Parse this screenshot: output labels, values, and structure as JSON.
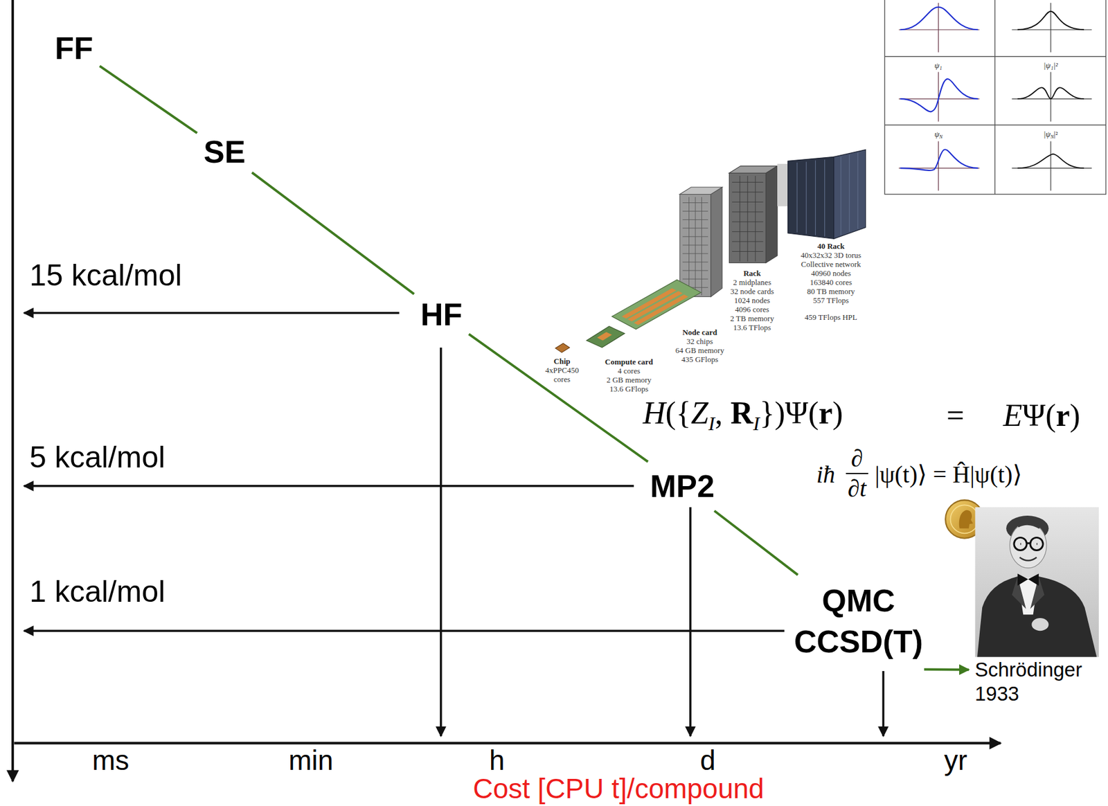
{
  "diagram": {
    "nodes": [
      {
        "text": [
          "FF"
        ]
      },
      {
        "text": [
          "SE"
        ]
      },
      {
        "text": [
          "HF"
        ]
      },
      {
        "text": [
          "MP2"
        ]
      },
      {
        "text": [
          "QMC",
          "CCSD(T)"
        ]
      },
      {
        "text": [
          "Schrödinger 1933"
        ]
      }
    ],
    "edges": [
      {
        "from": 0,
        "to": 1,
        "arrow": "none"
      },
      {
        "from": 1,
        "to": 2,
        "arrow": "none"
      },
      {
        "from": 2,
        "to": 3,
        "arrow": "none"
      },
      {
        "from": 3,
        "to": 4,
        "arrow": "none"
      },
      {
        "from": 4,
        "to": 5,
        "arrow": "to"
      }
    ],
    "labels": [
      "15 kcal/mol",
      "5 kcal/mol",
      "1 kcal/mol",
      "ms",
      "min",
      "h",
      "d",
      "yr",
      "Cost [CPU t]/compound",
      "H",
      "({",
      "Z",
      "I",
      ",",
      "R",
      "I",
      "})",
      "Ψ(",
      "r",
      ")",
      "=",
      "E",
      "Ψ(",
      "r",
      ")",
      "iħ",
      "∂",
      "∂t",
      "|ψ(t)⟩ = Ĥ|ψ(t)⟩",
      "ψ₁",
      "|ψ₁|²",
      "ψ",
      "N",
      "|ψ",
      "N",
      "|²",
      "Chip",
      "4xPPC450",
      "cores",
      "Compute card",
      "4 cores",
      "2 GB memory",
      "13.6 GFlops",
      "Node card",
      "32 chips",
      "64 GB memory",
      "435 GFlops",
      "Rack",
      "2 midplanes",
      "32 node cards",
      "1024 nodes",
      "4096 cores",
      "2 TB memory",
      "13.6 TFlops",
      "40 Rack",
      "40x32x32 3D torus",
      "Collective network",
      "40960 nodes",
      "163840 cores",
      "80 TB memory",
      "557 TFlops",
      "459 TFlops HPL"
    ]
  }
}
